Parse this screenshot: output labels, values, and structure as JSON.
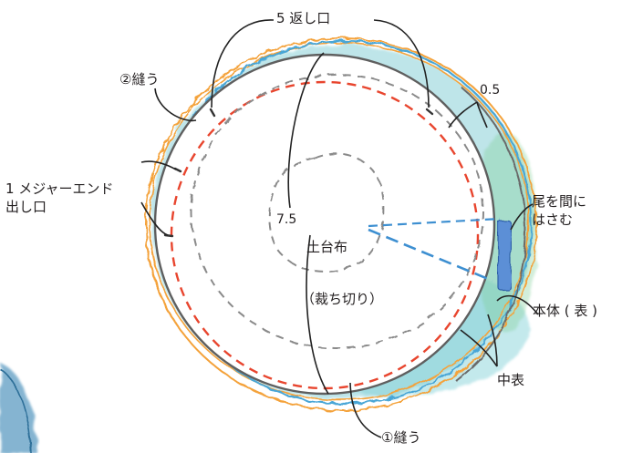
{
  "labels": {
    "return_opening": "5 返し口",
    "sew_second": "②縫う",
    "measure_end_line1": "1 メジャーエンド",
    "measure_end_line2": "出し口",
    "seam_allowance": "0.5",
    "tail_line1": "尾を間に",
    "tail_line2": "はさむ",
    "radius": "7.5",
    "base_cloth": "土台布",
    "cut_off": "（裁ち切り）",
    "body_front": "本体 ( 表 )",
    "middle_front": "中表",
    "sew_first": "①縫う"
  },
  "colors": {
    "background": "#ffffff",
    "body_outline": "#5f5f5f",
    "orange_edge": "#f4a23a",
    "blue_edge": "#4aa6d6",
    "teal_fill": "#a9dde2",
    "red_stitch": "#e8452e",
    "gray_dash": "#8a8a8a",
    "blue_dash": "#3d8fd1",
    "tail_fill": "#5b8fd6",
    "leader_line": "#222222"
  },
  "icons": {
    "tail": "tail-strip-shape"
  }
}
